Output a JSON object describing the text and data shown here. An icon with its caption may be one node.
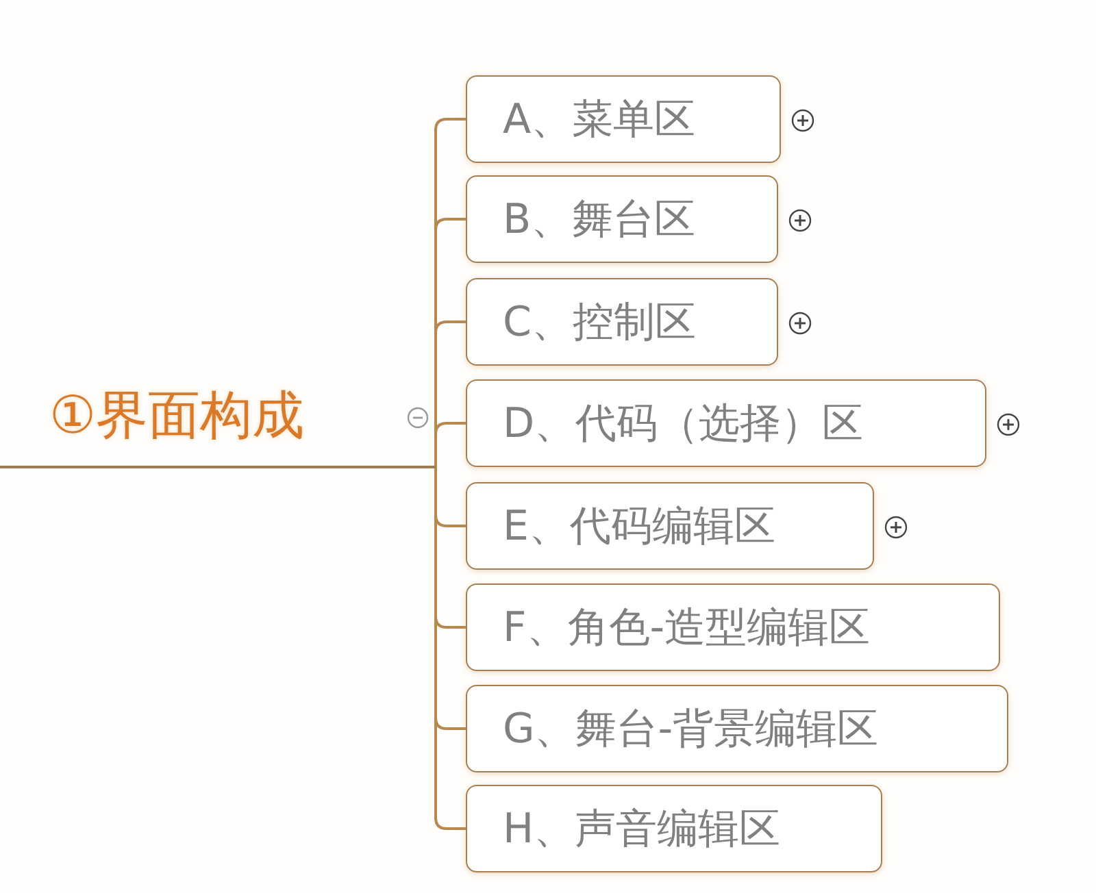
{
  "diagram": {
    "nodes": [
      {
        "text": [
          "①界面构成"
        ]
      },
      {
        "text": [
          "A、菜单区"
        ]
      },
      {
        "text": [
          "B、舞台区"
        ]
      },
      {
        "text": [
          "C、控制区"
        ]
      },
      {
        "text": [
          "D、代码（选择）区"
        ]
      },
      {
        "text": [
          "E、代码编辑区"
        ]
      },
      {
        "text": [
          "F、角色-造型编辑区"
        ]
      },
      {
        "text": [
          "G、舞台-背景编辑区"
        ]
      },
      {
        "text": [
          "H、声音编辑区"
        ]
      }
    ],
    "edges": [
      {
        "from": 0,
        "to": 1,
        "arrow": "none"
      },
      {
        "from": 0,
        "to": 2,
        "arrow": "none"
      },
      {
        "from": 0,
        "to": 3,
        "arrow": "none"
      },
      {
        "from": 0,
        "to": 4,
        "arrow": "none"
      },
      {
        "from": 0,
        "to": 5,
        "arrow": "none"
      },
      {
        "from": 0,
        "to": 6,
        "arrow": "none"
      },
      {
        "from": 0,
        "to": 7,
        "arrow": "none"
      },
      {
        "from": 0,
        "to": 8,
        "arrow": "none"
      }
    ]
  }
}
